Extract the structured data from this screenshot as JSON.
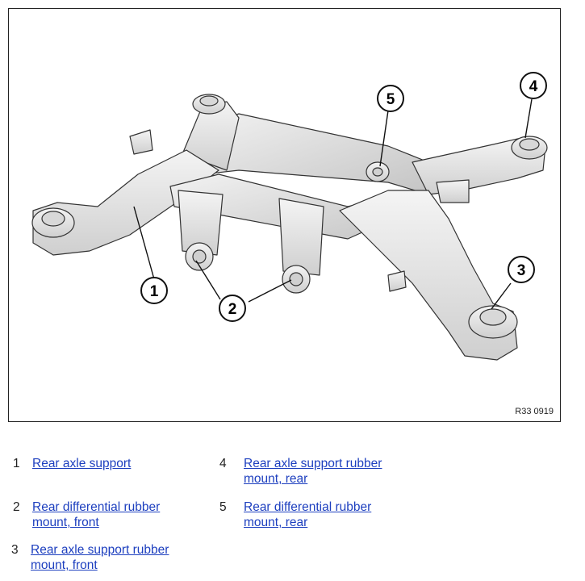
{
  "figure": {
    "code": "R33 0919",
    "callouts": [
      "1",
      "2",
      "3",
      "4",
      "5"
    ]
  },
  "legend": [
    {
      "num": "1",
      "line1": "Rear axle support",
      "line2": ""
    },
    {
      "num": "2",
      "line1": "Rear differential rubber",
      "line2": "mount, front"
    },
    {
      "num": "3",
      "line1": "Rear axle support rubber",
      "line2": "mount, front"
    },
    {
      "num": "4",
      "line1": "Rear axle support rubber",
      "line2": "mount, rear"
    },
    {
      "num": "5",
      "line1": "Rear differential rubber",
      "line2": "mount, rear"
    }
  ],
  "colors": {
    "link": "#1d3fbf",
    "metal": "#e6e6e6",
    "outline": "#333333"
  }
}
